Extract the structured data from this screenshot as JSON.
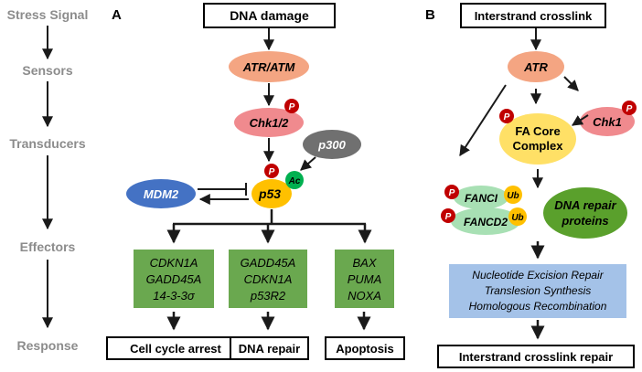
{
  "colors": {
    "stage_text": "#8c8c8c",
    "arrow": "#1a1a1a",
    "atr_fill": "#f4a582",
    "chk_fill": "#f08a8e",
    "p53_fill": "#ffc000",
    "p300_fill": "#707070",
    "mdm2_fill": "#4472c4",
    "ac_fill": "#00b050",
    "phospho_fill": "#c00000",
    "ub_fill": "#ffc000",
    "fa_core_fill": "#ffe066",
    "fanc_fill": "#a8e0b4",
    "dna_repair_fill": "#5aa02c",
    "effector_box_fill": "#6aa84f",
    "repair_box_fill": "#a4c2e8"
  },
  "stages": [
    "Stress Signal",
    "Sensors",
    "Transducers",
    "Effectors",
    "Response"
  ],
  "panel_a": {
    "letter": "A",
    "signal": "DNA damage",
    "sensor": "ATR/ATM",
    "transducer": "Chk1/2",
    "p300": "p300",
    "p53": "p53",
    "mdm2": "MDM2",
    "ac": "Ac",
    "phospho": "P",
    "effector_lists": [
      [
        "CDKN1A",
        "GADD45A",
        "14-3-3σ"
      ],
      [
        "GADD45A",
        "CDKN1A",
        "p53R2"
      ],
      [
        "BAX",
        "PUMA",
        "NOXA"
      ]
    ],
    "responses": [
      "Cell cycle arrest",
      "DNA repair",
      "Apoptosis"
    ]
  },
  "panel_b": {
    "letter": "B",
    "signal": "Interstrand crosslink",
    "sensor": "ATR",
    "chk1": "Chk1",
    "fa_core": [
      "FA Core",
      "Complex"
    ],
    "fanci": "FANCI",
    "fancd2": "FANCD2",
    "ub": "Ub",
    "phospho": "P",
    "dna_repair": [
      "DNA repair",
      "proteins"
    ],
    "repair_pathways": [
      "Nucleotide Excision Repair",
      "Translesion Synthesis",
      "Homologous Recombination"
    ],
    "response": "Interstrand crosslink repair"
  }
}
